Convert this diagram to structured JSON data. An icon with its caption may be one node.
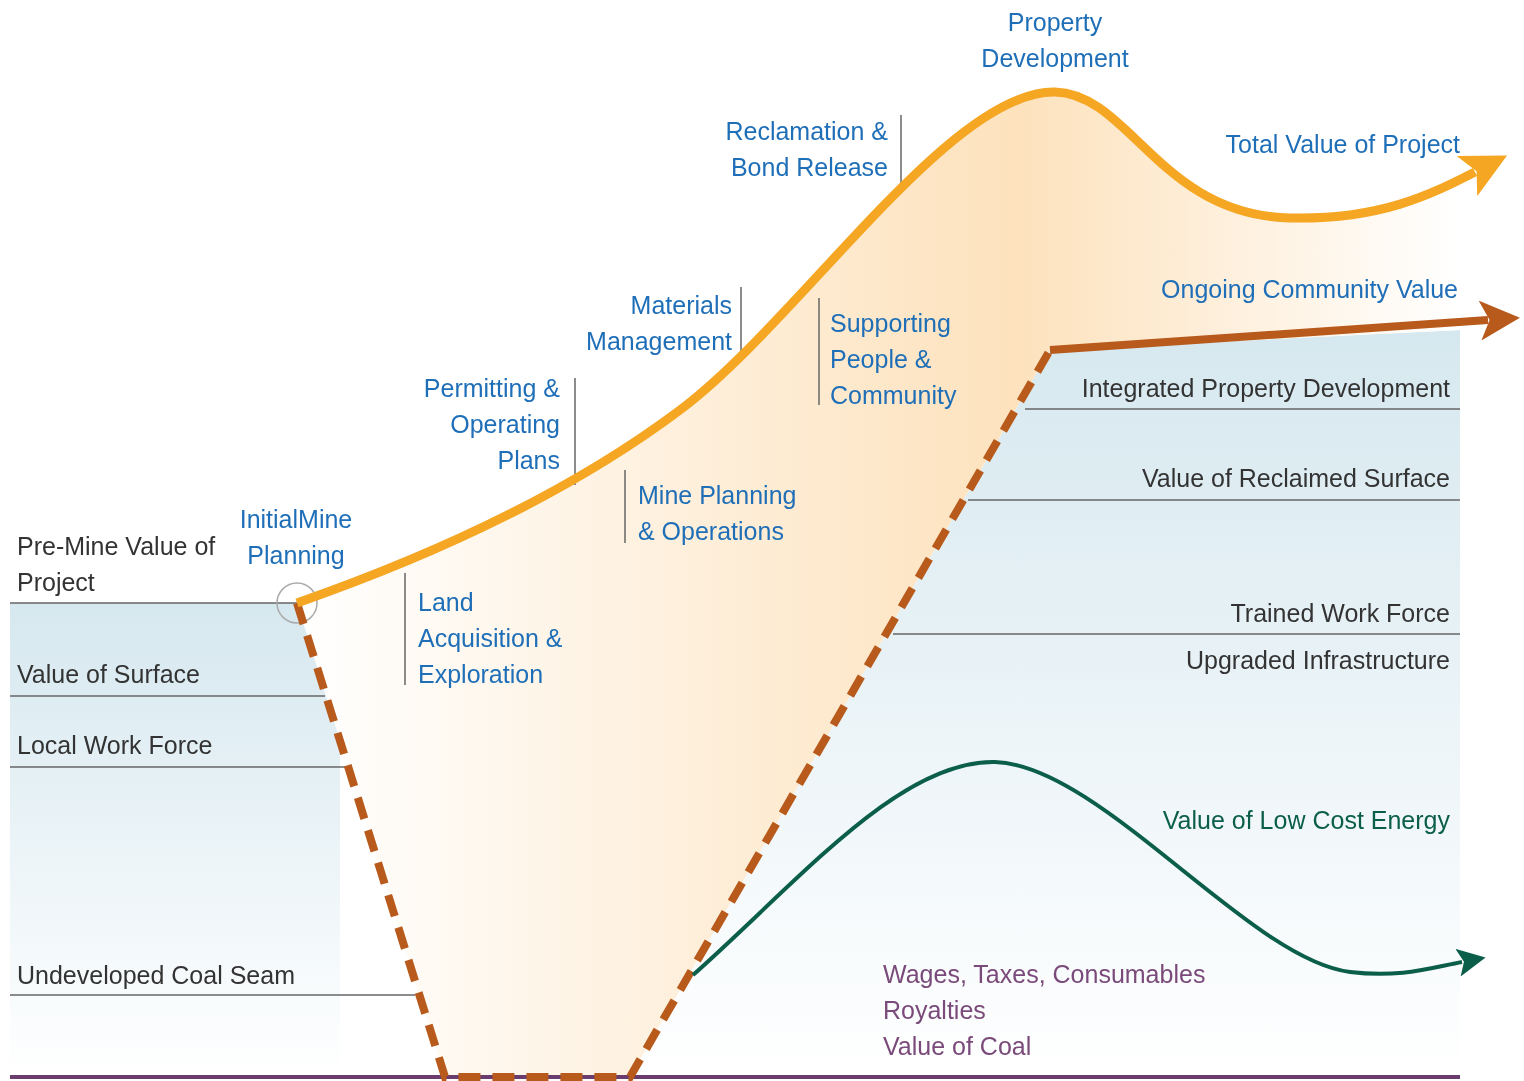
{
  "diagram": {
    "labels": [
      "Property Development",
      "Reclamation & Bond Release",
      "Total Value of Project",
      "Materials Management",
      "Supporting People & Community",
      "Ongoing Community Value",
      "Permitting & Operating Plans",
      "Integrated Property Development",
      "Value of Reclaimed Surface",
      "Mine Planning & Operations",
      "InitialMine Planning",
      "Pre-Mine Value of Project",
      "Land Acquisition & Exploration",
      "Trained Work Force",
      "Value of Surface",
      "Upgraded Infrastructure",
      "Local Work Force",
      "Value of Low Cost Energy",
      "Undeveloped Coal Seam",
      "Wages, Taxes, Consumables",
      "Royalties",
      "Value of Coal"
    ]
  }
}
